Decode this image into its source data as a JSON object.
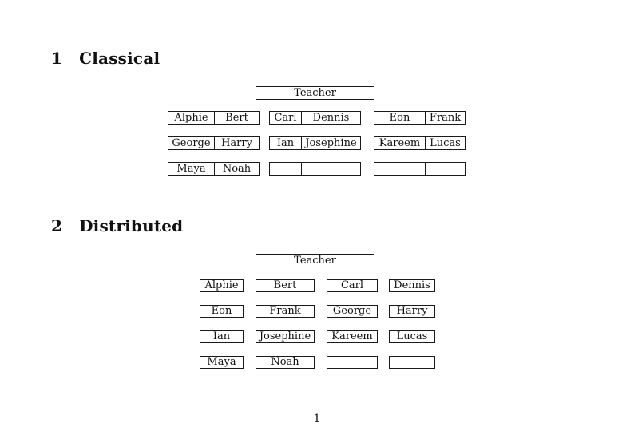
{
  "document": {
    "page_number": "1",
    "border_color": "#1a1a1a",
    "text_color": "#111111",
    "background_color": "#ffffff"
  },
  "classical": {
    "heading_number": "1",
    "heading_title": "Classical",
    "teacher_label": "Teacher",
    "desks": [
      [
        [
          "Alphie",
          "Bert"
        ],
        [
          "Carl",
          "Dennis"
        ],
        [
          "Eon",
          "Frank"
        ]
      ],
      [
        [
          "George",
          "Harry"
        ],
        [
          "Ian",
          "Josephine"
        ],
        [
          "Kareem",
          "Lucas"
        ]
      ],
      [
        [
          "Maya",
          "Noah"
        ],
        [
          "",
          ""
        ],
        [
          "",
          ""
        ]
      ]
    ]
  },
  "distributed": {
    "heading_number": "2",
    "heading_title": "Distributed",
    "teacher_label": "Teacher",
    "seats": [
      [
        "Alphie",
        "Bert",
        "Carl",
        "Dennis"
      ],
      [
        "Eon",
        "Frank",
        "George",
        "Harry"
      ],
      [
        "Ian",
        "Josephine",
        "Kareem",
        "Lucas"
      ],
      [
        "Maya",
        "Noah",
        "",
        ""
      ]
    ]
  }
}
